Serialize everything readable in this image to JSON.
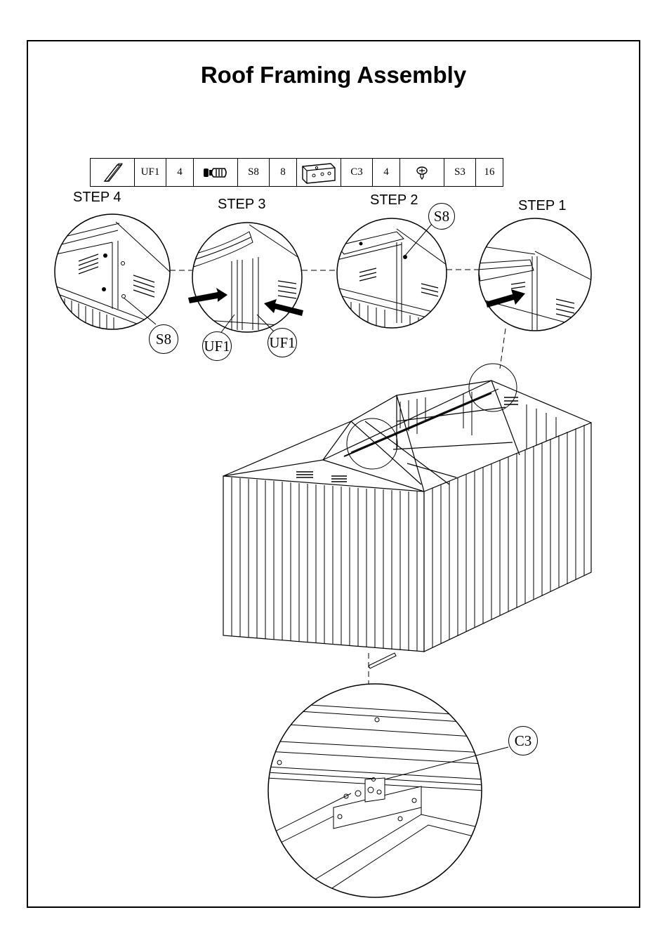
{
  "title": "Roof Framing Assembly",
  "parts": [
    {
      "icon": "bar-icon",
      "code": "UF1",
      "qty": "4"
    },
    {
      "icon": "bolt-icon",
      "code": "S8",
      "qty": "8"
    },
    {
      "icon": "bracket-icon",
      "code": "C3",
      "qty": "4"
    },
    {
      "icon": "screw-icon",
      "code": "S3",
      "qty": "16"
    }
  ],
  "steps": {
    "step4": "STEP 4",
    "step3": "STEP 3",
    "step2": "STEP 2",
    "step1": "STEP 1"
  },
  "callouts": {
    "s8_step2": "S8",
    "s8_step4": "S8",
    "uf1_left": "UF1",
    "uf1_right": "UF1",
    "c3": "C3"
  }
}
